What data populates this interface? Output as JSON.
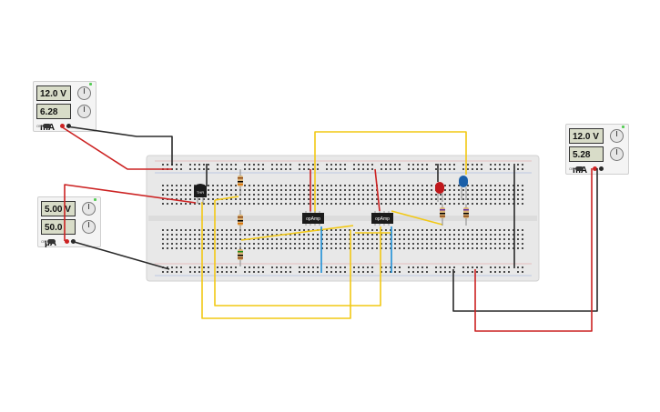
{
  "power_supplies": [
    {
      "id": "psu-1",
      "voltage": "12.0 V",
      "current": "6.28 mA"
    },
    {
      "id": "psu-2",
      "voltage": "5.00 V",
      "current": "50.0 µA"
    },
    {
      "id": "psu-3",
      "voltage": "12.0 V",
      "current": "5.28 mA"
    }
  ],
  "components": {
    "thermistor_label": "THR",
    "opamp_1_label": "opAmp",
    "opamp_2_label": "opAmp"
  },
  "colors": {
    "wire_red": "#cc2222",
    "wire_black": "#2a2a2a",
    "wire_yellow": "#f2c814",
    "wire_blue": "#1e8fd6",
    "breadboard": "#e8e8e8",
    "led_red": "#c0181c",
    "led_blue": "#1a5fa8"
  }
}
